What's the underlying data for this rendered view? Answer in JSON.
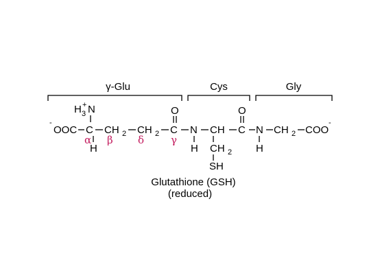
{
  "sections": {
    "glu": "γ-Glu",
    "cys": "Cys",
    "gly": "Gly"
  },
  "molecule": {
    "charge_minus": "-",
    "coo_left": "OOC",
    "carbon": "C",
    "nitrogen": "N",
    "oxygen": "O",
    "hydrogen": "H",
    "h3": "H",
    "h3_sub": "3",
    "plus": "+",
    "ch2": "CH",
    "two": "2",
    "ch": "CH",
    "coo_right": "COO",
    "sulfhydryl": "SH"
  },
  "greek_labels": {
    "alpha": "α",
    "beta": "β",
    "delta": "δ",
    "gamma": "γ"
  },
  "colors": {
    "greek": "#c2185b"
  },
  "caption": {
    "name": "Glutathione (GSH)",
    "state": "(reduced)"
  }
}
